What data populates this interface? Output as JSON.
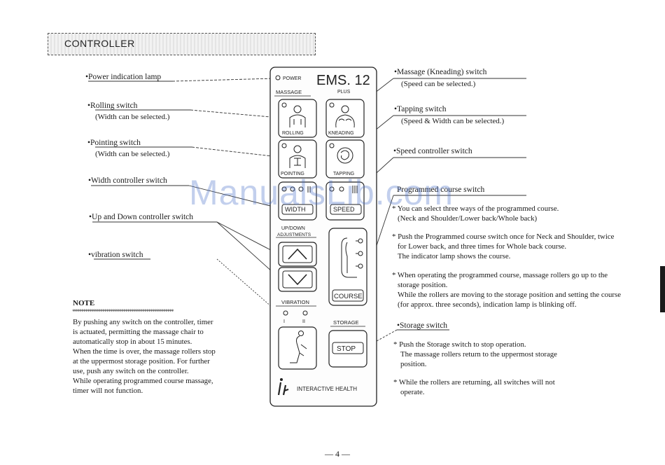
{
  "header": {
    "title": "CONTROLLER"
  },
  "left_labels": {
    "power_lamp": "Power indication lamp",
    "rolling": "Rolling switch",
    "rolling_note": "(Width can be selected.)",
    "pointing": "Pointing switch",
    "pointing_note": "(Width can be selected.)",
    "width": "Width controller switch",
    "updown": "Up and Down controller switch",
    "vibration": "vibration switch"
  },
  "note": {
    "title": "NOTE",
    "stars": "************************************************",
    "lines": [
      "By pushing any switch on the controller, timer",
      "is actuated, permitting the massage chair to",
      "automatically stop in about 15 minutes.",
      "When the time is over, the massage rollers stop",
      "at the uppermost storage position.   For further",
      "use, push any switch on the controller.",
      "While operating programmed course massage,",
      "timer will not function."
    ]
  },
  "controller": {
    "power": "POWER",
    "model": "EMS. 12",
    "massage": "MASSAGE",
    "plus": "PLUS",
    "rolling": "ROLLING",
    "kneading": "KNEADING",
    "pointing": "POINTING",
    "tapping": "TAPPING",
    "width": "WIDTH",
    "speed": "SPEED",
    "updown_line1": "UP/DOWN",
    "updown_line2": "ADJUSTMENTS",
    "course": "COURSE",
    "vibration": "VIBRATION",
    "vib_lamp_1": "I",
    "vib_lamp_2": "II",
    "storage": "STORAGE",
    "stop": "STOP",
    "brand": "INTERACTIVE HEALTH"
  },
  "right_labels": {
    "massage": "Massage (Kneading) switch",
    "massage_note": "(Speed can be selected.)",
    "tapping": "Tapping switch",
    "tapping_note": "(Speed & Width can be selected.)",
    "speed": "Speed controller switch",
    "programmed": "Programmed course switch",
    "programmed_lines": [
      "You can select three ways of the programmed course.",
      "(Neck and Shoulder/Lower back/Whole back)"
    ],
    "push_lines": [
      "Push the Programmed course switch once for Neck and Shoulder, twice",
      "for Lower back, and three times for Whole back course.",
      "The indicator lamp shows the course."
    ],
    "when_lines": [
      "When operating the programmed course, massage rollers go up to the",
      "storage position.",
      "While the rollers are moving to the storage position and setting the course",
      "(for approx. three seconds), indication lamp is blinking off."
    ],
    "storage": "Storage switch",
    "storage_lines": [
      "Push the Storage switch to stop operation.",
      "The massage rollers return to the uppermost storage",
      "position."
    ],
    "returning_lines": [
      "While the rollers are returning, all switches will not",
      "operate."
    ]
  },
  "bullet": "•",
  "asterisk": "*",
  "watermark": "ManualsLib.com",
  "page_number": "— 4 —"
}
